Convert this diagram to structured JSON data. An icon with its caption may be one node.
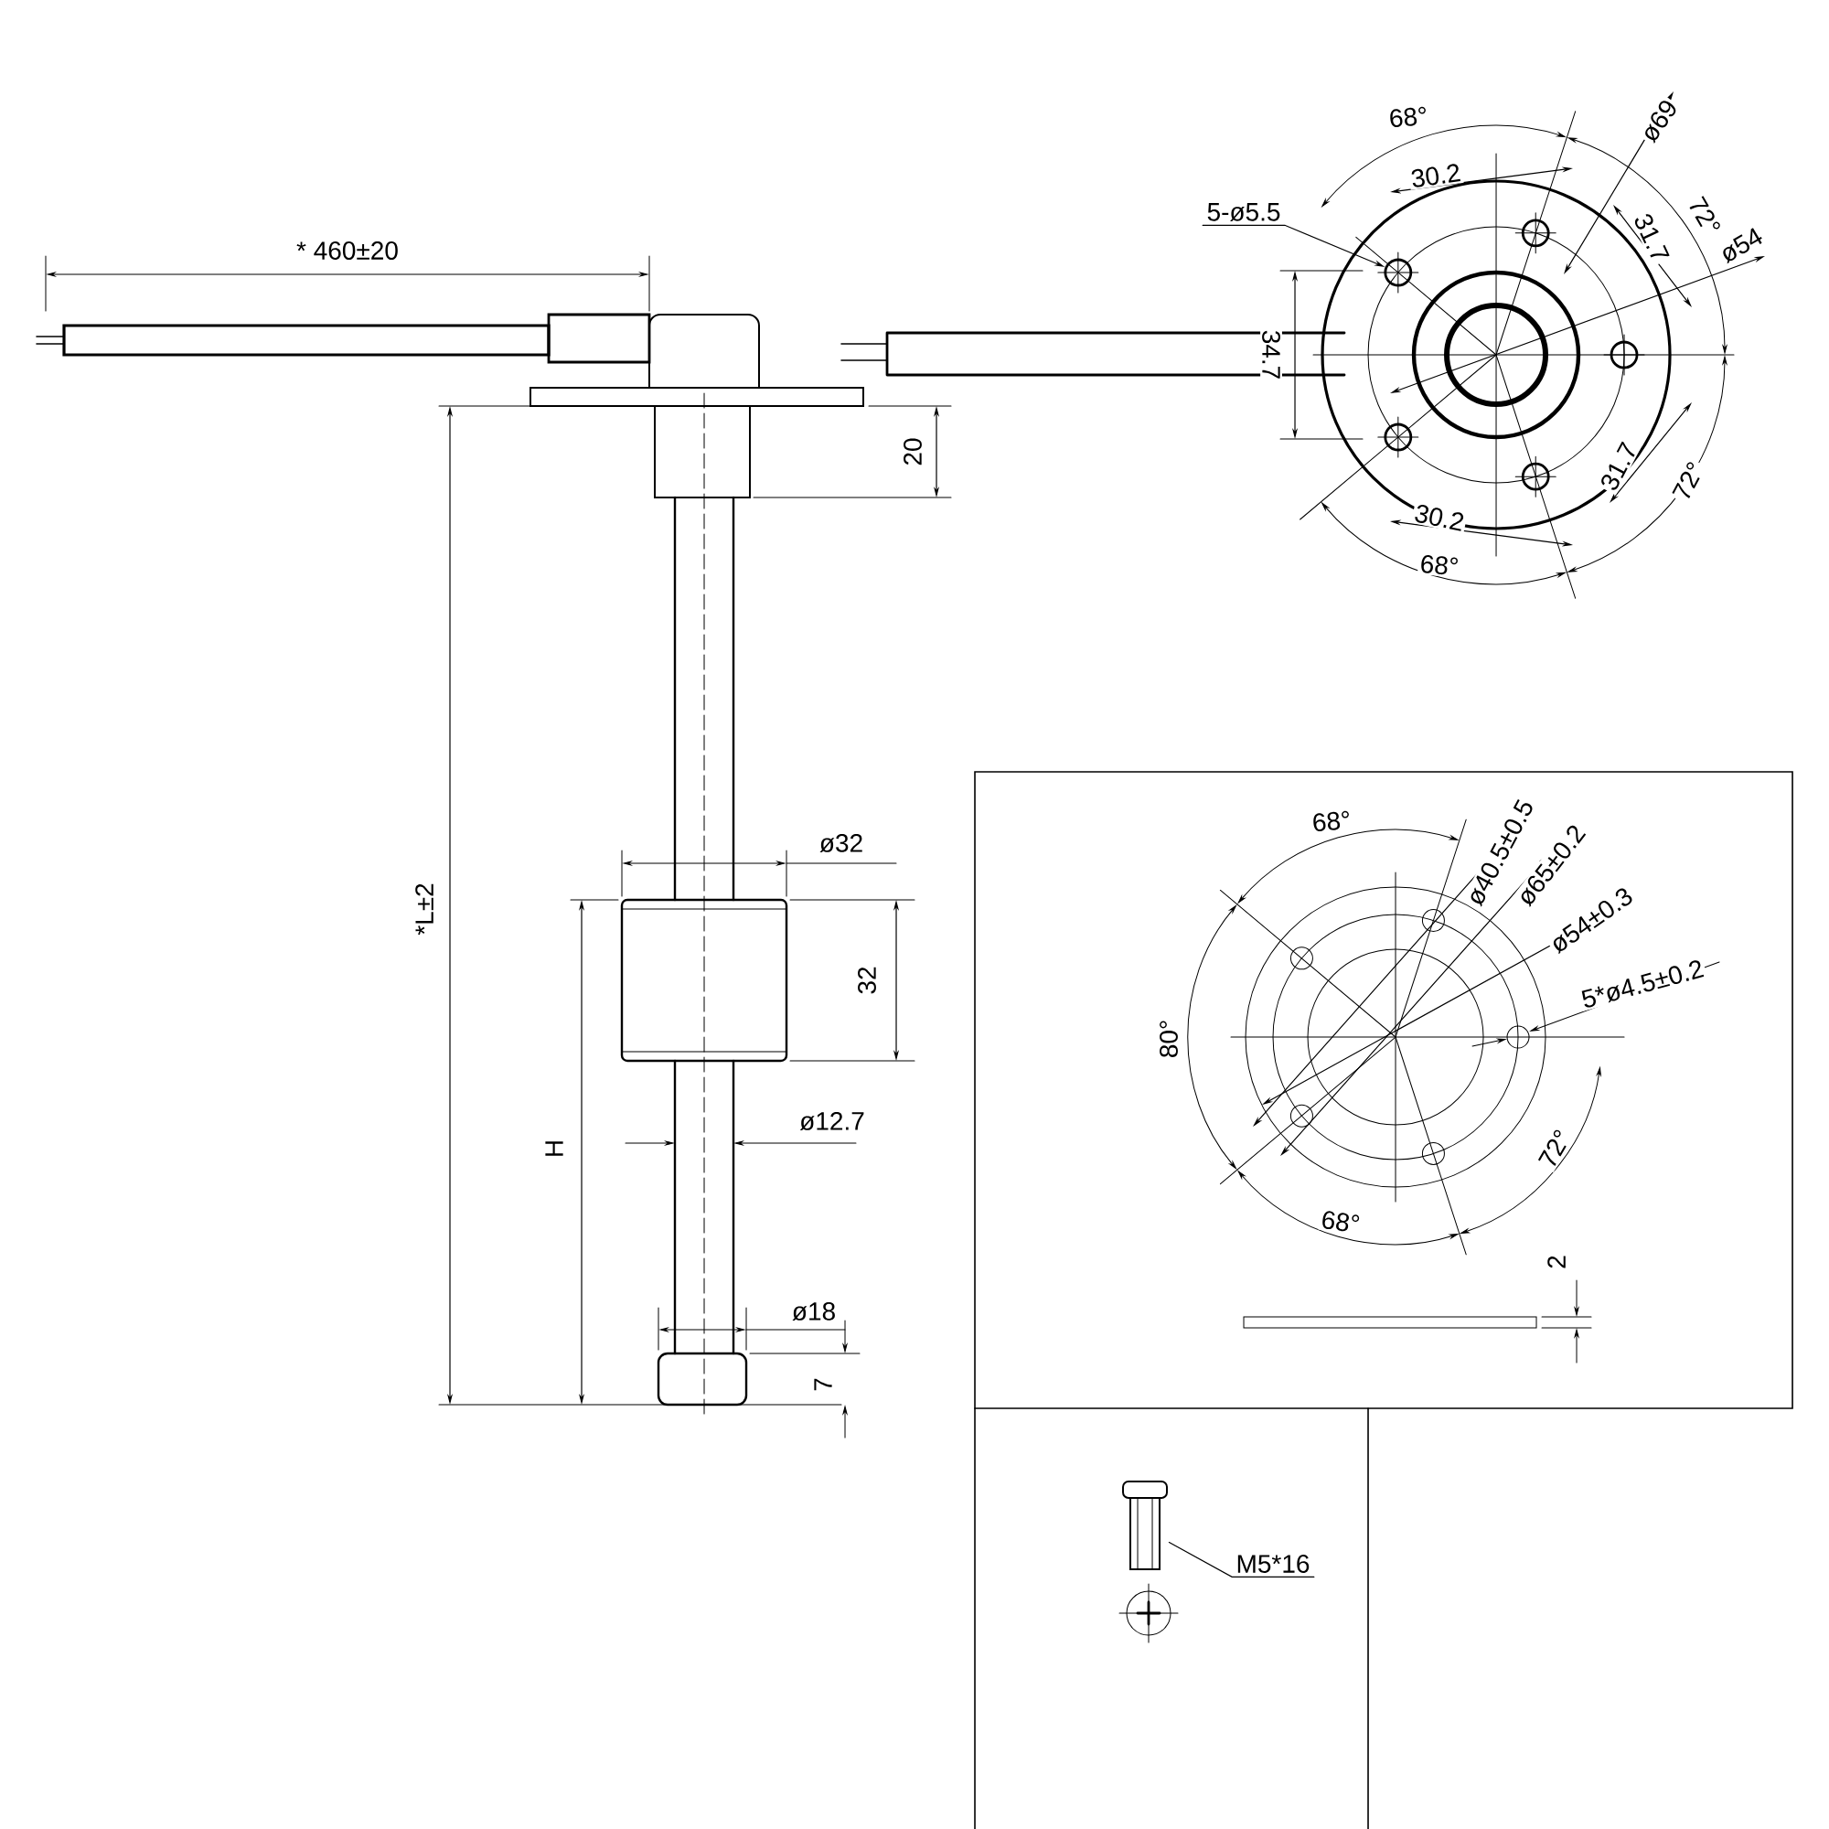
{
  "diagram": {
    "nodes": [
      {
        "text": [
          "5-ø5.5"
        ]
      },
      {
        "text": [],
        "shape": "circle"
      },
      {
        "text": [
          "M5*16"
        ]
      },
      {
        "text": [],
        "shape": "picture"
      }
    ],
    "edges": [
      {
        "from": 0,
        "to": 1,
        "arrow": "to"
      },
      {
        "from": 2,
        "to": 3,
        "arrow": "none"
      }
    ],
    "labels": [
      "* 460±20",
      "68°",
      "ø69",
      "30.2",
      "72°",
      "31.7",
      "ø54",
      "34.7",
      "20",
      "31.7",
      "30.2",
      "72°",
      "68°",
      "ø32",
      "*L±2",
      "32",
      "68°",
      "ø40.5±0.5",
      "ø65±0.2",
      "ø54±0.3",
      "5*ø4.5±0.2",
      "80°",
      "72°",
      "H",
      "ø12.7",
      "68°",
      "2",
      "ø18",
      "7"
    ]
  }
}
